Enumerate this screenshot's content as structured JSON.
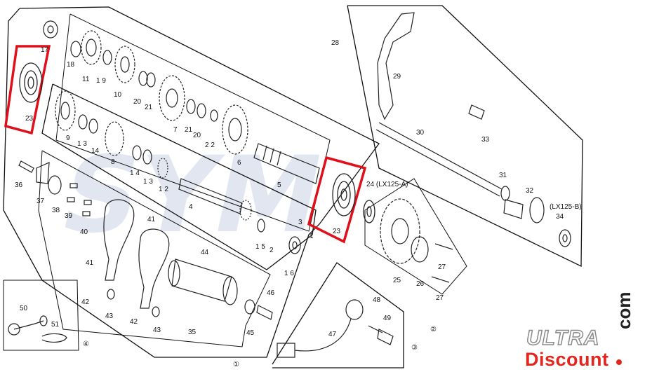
{
  "diagram": {
    "parts": [
      {
        "id": "p17",
        "label": "17"
      },
      {
        "id": "p18",
        "label": "18"
      },
      {
        "id": "p11",
        "label": "11"
      },
      {
        "id": "p19",
        "label": "1 9"
      },
      {
        "id": "p10",
        "label": "10"
      },
      {
        "id": "p20a",
        "label": "20"
      },
      {
        "id": "p21a",
        "label": "21"
      },
      {
        "id": "p7",
        "label": "7"
      },
      {
        "id": "p21b",
        "label": "21"
      },
      {
        "id": "p20b",
        "label": "20"
      },
      {
        "id": "p22",
        "label": "2 2"
      },
      {
        "id": "p6",
        "label": "6"
      },
      {
        "id": "p9",
        "label": "9"
      },
      {
        "id": "p13a",
        "label": "1 3"
      },
      {
        "id": "p14a",
        "label": "14"
      },
      {
        "id": "p8",
        "label": "8"
      },
      {
        "id": "p14b",
        "label": "1 4"
      },
      {
        "id": "p13b",
        "label": "1 3"
      },
      {
        "id": "p12",
        "label": "1 2"
      },
      {
        "id": "p5",
        "label": "5"
      },
      {
        "id": "p4",
        "label": "4"
      },
      {
        "id": "p3",
        "label": "3"
      },
      {
        "id": "p15",
        "label": "1 5"
      },
      {
        "id": "p2",
        "label": "2"
      },
      {
        "id": "p1",
        "label": "1"
      },
      {
        "id": "p16",
        "label": "1 6"
      },
      {
        "id": "p23a",
        "label": "23"
      },
      {
        "id": "p23b",
        "label": "23"
      },
      {
        "id": "p24",
        "label": "24 (LX125-A)"
      },
      {
        "id": "p25",
        "label": "25"
      },
      {
        "id": "p26",
        "label": "26"
      },
      {
        "id": "p27a",
        "label": "27"
      },
      {
        "id": "p27b",
        "label": "27"
      },
      {
        "id": "p28",
        "label": "28"
      },
      {
        "id": "p29",
        "label": "29"
      },
      {
        "id": "p30",
        "label": "30"
      },
      {
        "id": "p31",
        "label": "31"
      },
      {
        "id": "p32",
        "label": "32"
      },
      {
        "id": "p32b",
        "label": "(LX125-B)"
      },
      {
        "id": "p33",
        "label": "33"
      },
      {
        "id": "p34",
        "label": "34"
      },
      {
        "id": "p36",
        "label": "36"
      },
      {
        "id": "p37",
        "label": "37"
      },
      {
        "id": "p38",
        "label": "38"
      },
      {
        "id": "p39",
        "label": "39"
      },
      {
        "id": "p40",
        "label": "40"
      },
      {
        "id": "p41a",
        "label": "41"
      },
      {
        "id": "p41b",
        "label": "41"
      },
      {
        "id": "p44",
        "label": "44"
      },
      {
        "id": "p42a",
        "label": "42"
      },
      {
        "id": "p43a",
        "label": "43"
      },
      {
        "id": "p42b",
        "label": "42"
      },
      {
        "id": "p43b",
        "label": "43"
      },
      {
        "id": "p35",
        "label": "35"
      },
      {
        "id": "p45",
        "label": "45"
      },
      {
        "id": "p46",
        "label": "46"
      },
      {
        "id": "p47",
        "label": "47"
      },
      {
        "id": "p48",
        "label": "48"
      },
      {
        "id": "p49",
        "label": "49"
      },
      {
        "id": "p50",
        "label": "50"
      },
      {
        "id": "p51",
        "label": "51"
      }
    ],
    "groups": {
      "g1": "①",
      "g2": "②",
      "g3": "③",
      "g4": "④"
    },
    "highlight_color": "#e0101a"
  },
  "watermark": {
    "text": "SYM"
  },
  "brand": {
    "top": "ULTRA",
    "bottom": "Discount",
    "com": "com"
  }
}
